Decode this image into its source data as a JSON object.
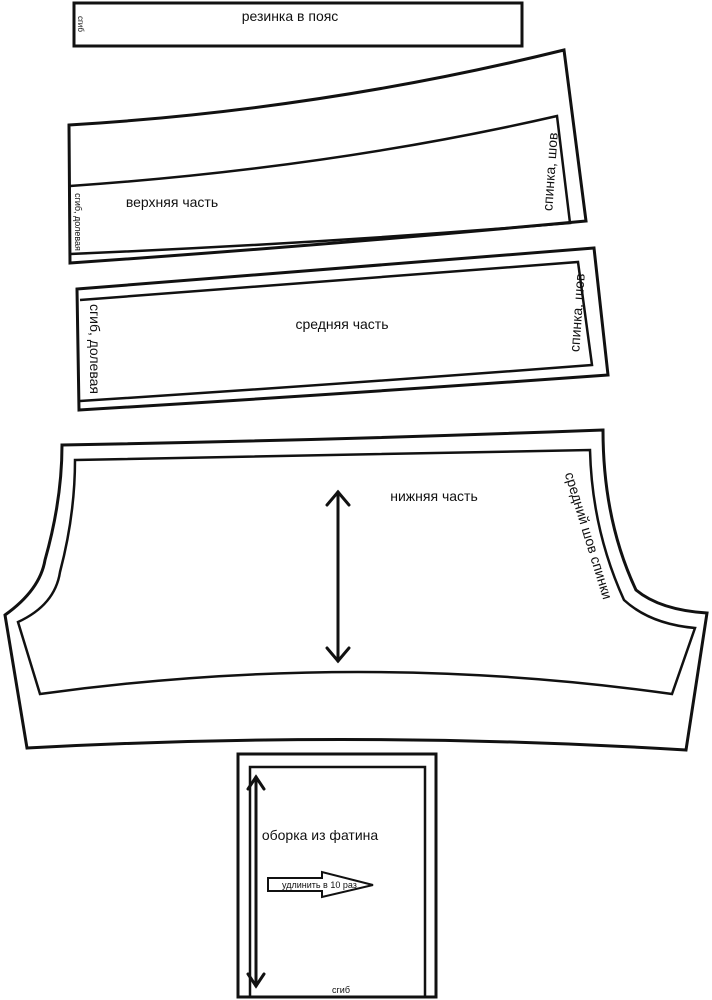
{
  "pieces": {
    "waistband": {
      "title": "резинка в пояс",
      "fold": "сгиб"
    },
    "upper": {
      "title": "верхняя часть",
      "fold": "сгиб, долевая",
      "seam": "спинка, шов"
    },
    "middle": {
      "title": "средняя часть",
      "fold": "сгиб, долевая",
      "seam": "спинка, шов"
    },
    "lower": {
      "title": "нижняя часть",
      "seam": "средний шов спинки"
    },
    "ruffle": {
      "title": "оборка из фатина",
      "note": "удлинить в 10 раз",
      "fold": "сгиб"
    }
  },
  "colors": {
    "stroke": "#111111",
    "background": "#ffffff"
  }
}
